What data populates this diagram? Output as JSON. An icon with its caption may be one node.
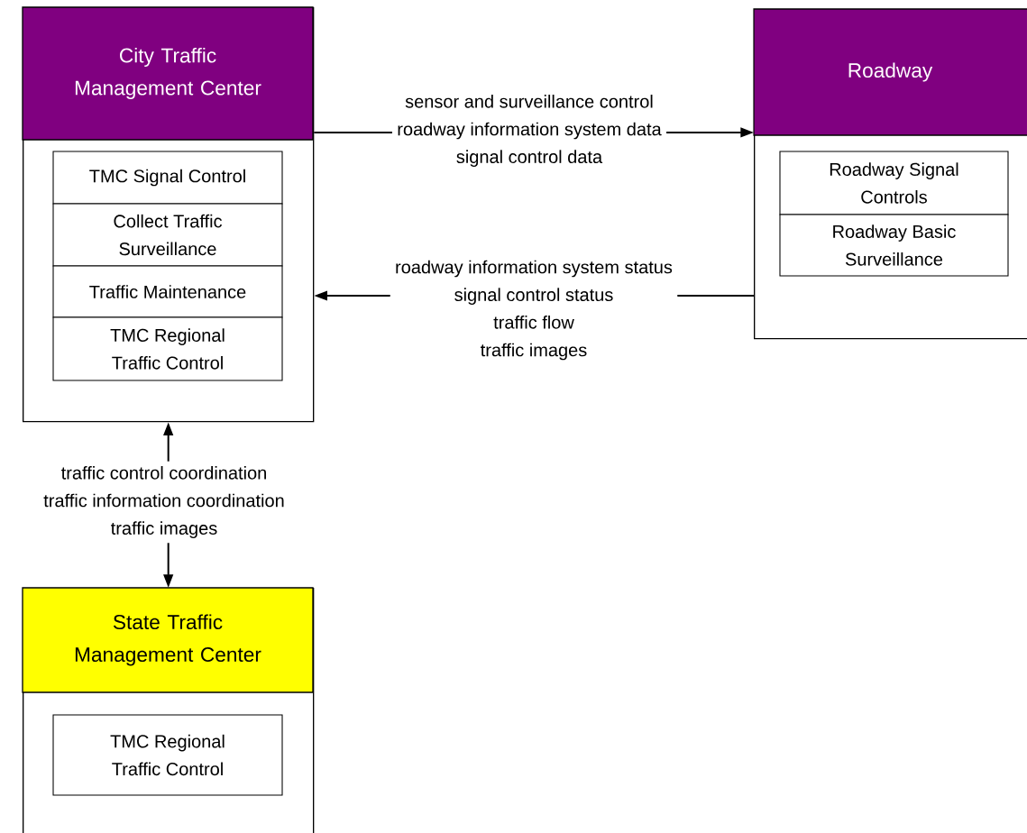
{
  "diagram": {
    "nodes": [
      {
        "text": [
          "City Traffic Management Center"
        ]
      },
      {
        "text": [
          "TMC Signal Control"
        ],
        "in": 0
      },
      {
        "text": [
          "Collect Traffic Surveillance"
        ],
        "in": 0
      },
      {
        "text": [
          "Traffic Maintenance"
        ],
        "in": 0
      },
      {
        "text": [
          "TMC Regional Traffic Control"
        ],
        "in": 0
      },
      {
        "text": [
          "Roadway"
        ]
      },
      {
        "text": [
          "Roadway Signal Controls"
        ],
        "in": 5
      },
      {
        "text": [
          "Roadway Basic Surveillance"
        ],
        "in": 5
      },
      {
        "text": [
          "State Traffic Management Center"
        ]
      },
      {
        "text": [
          "TMC Regional Traffic Control"
        ],
        "in": 8
      }
    ],
    "edges": [
      {
        "from": 0,
        "to": 5,
        "arrow": "to",
        "label": [
          "sensor and surveillance control",
          "roadway information system data",
          "signal control data"
        ]
      },
      {
        "from": 5,
        "to": 0,
        "arrow": "to",
        "label": [
          "roadway information system status",
          "signal control status",
          "traffic flow",
          "traffic images"
        ]
      },
      {
        "from": 0,
        "to": 8,
        "arrow": "both",
        "label": [
          "traffic control coordination",
          "traffic information coordination",
          "traffic images"
        ]
      }
    ]
  }
}
